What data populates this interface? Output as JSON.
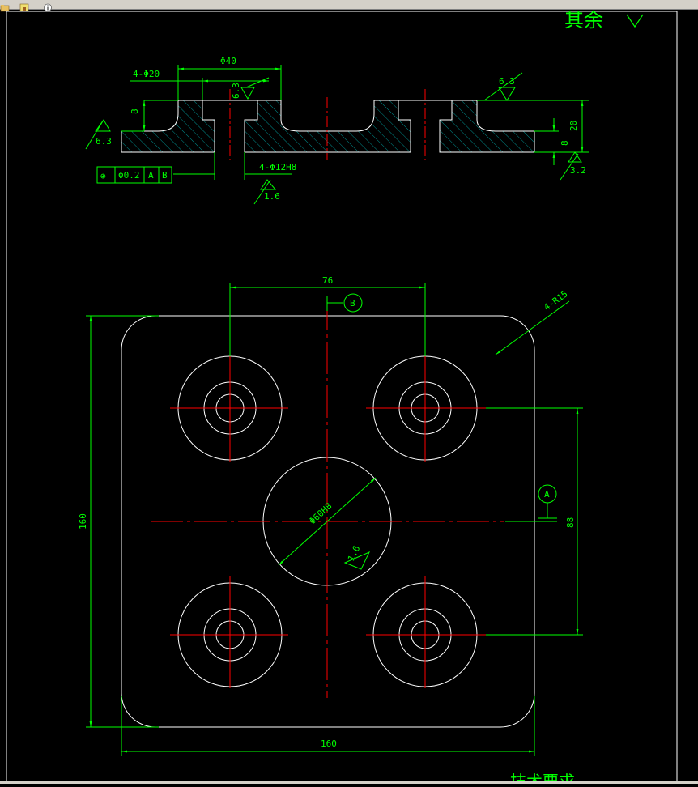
{
  "toolbar": {
    "icons": [
      "folder-icon",
      "home-icon",
      "info-icon"
    ]
  },
  "drawing": {
    "colors": {
      "background": "#000000",
      "outline": "#ffffff",
      "dimension": "#00ff00",
      "centerline": "#ff0000",
      "hatch": "#00c8c8"
    },
    "header_text": "其余",
    "section_view": {
      "dim_hole_dia": "Φ40",
      "dim_counterbore": "4-Φ20",
      "dim_depth_8": "8",
      "dim_roughness_left": "6.3",
      "dim_roughness_inner": "6.3",
      "dim_roughness_right": "6.3",
      "dim_thickness_20": "20",
      "dim_thickness_8": "8",
      "dim_roughness_bottom": "3.2",
      "dim_through_holes": "4-Φ12H8",
      "dim_roughness_holes": "1.6",
      "tolerance_frame": {
        "symbol": "⊕",
        "value": "Φ0.2",
        "datum1": "A",
        "datum2": "B"
      }
    },
    "plan_view": {
      "dim_spacing_top": "76",
      "datum_b": "B",
      "dim_corner_radius": "4-R15",
      "dim_center_hole": "Φ60H8",
      "dim_roughness_center": "1.6",
      "datum_a": "A",
      "dim_spacing_right": "88",
      "dim_height": "160",
      "dim_width": "160"
    },
    "bottom_text": "技术要求"
  }
}
